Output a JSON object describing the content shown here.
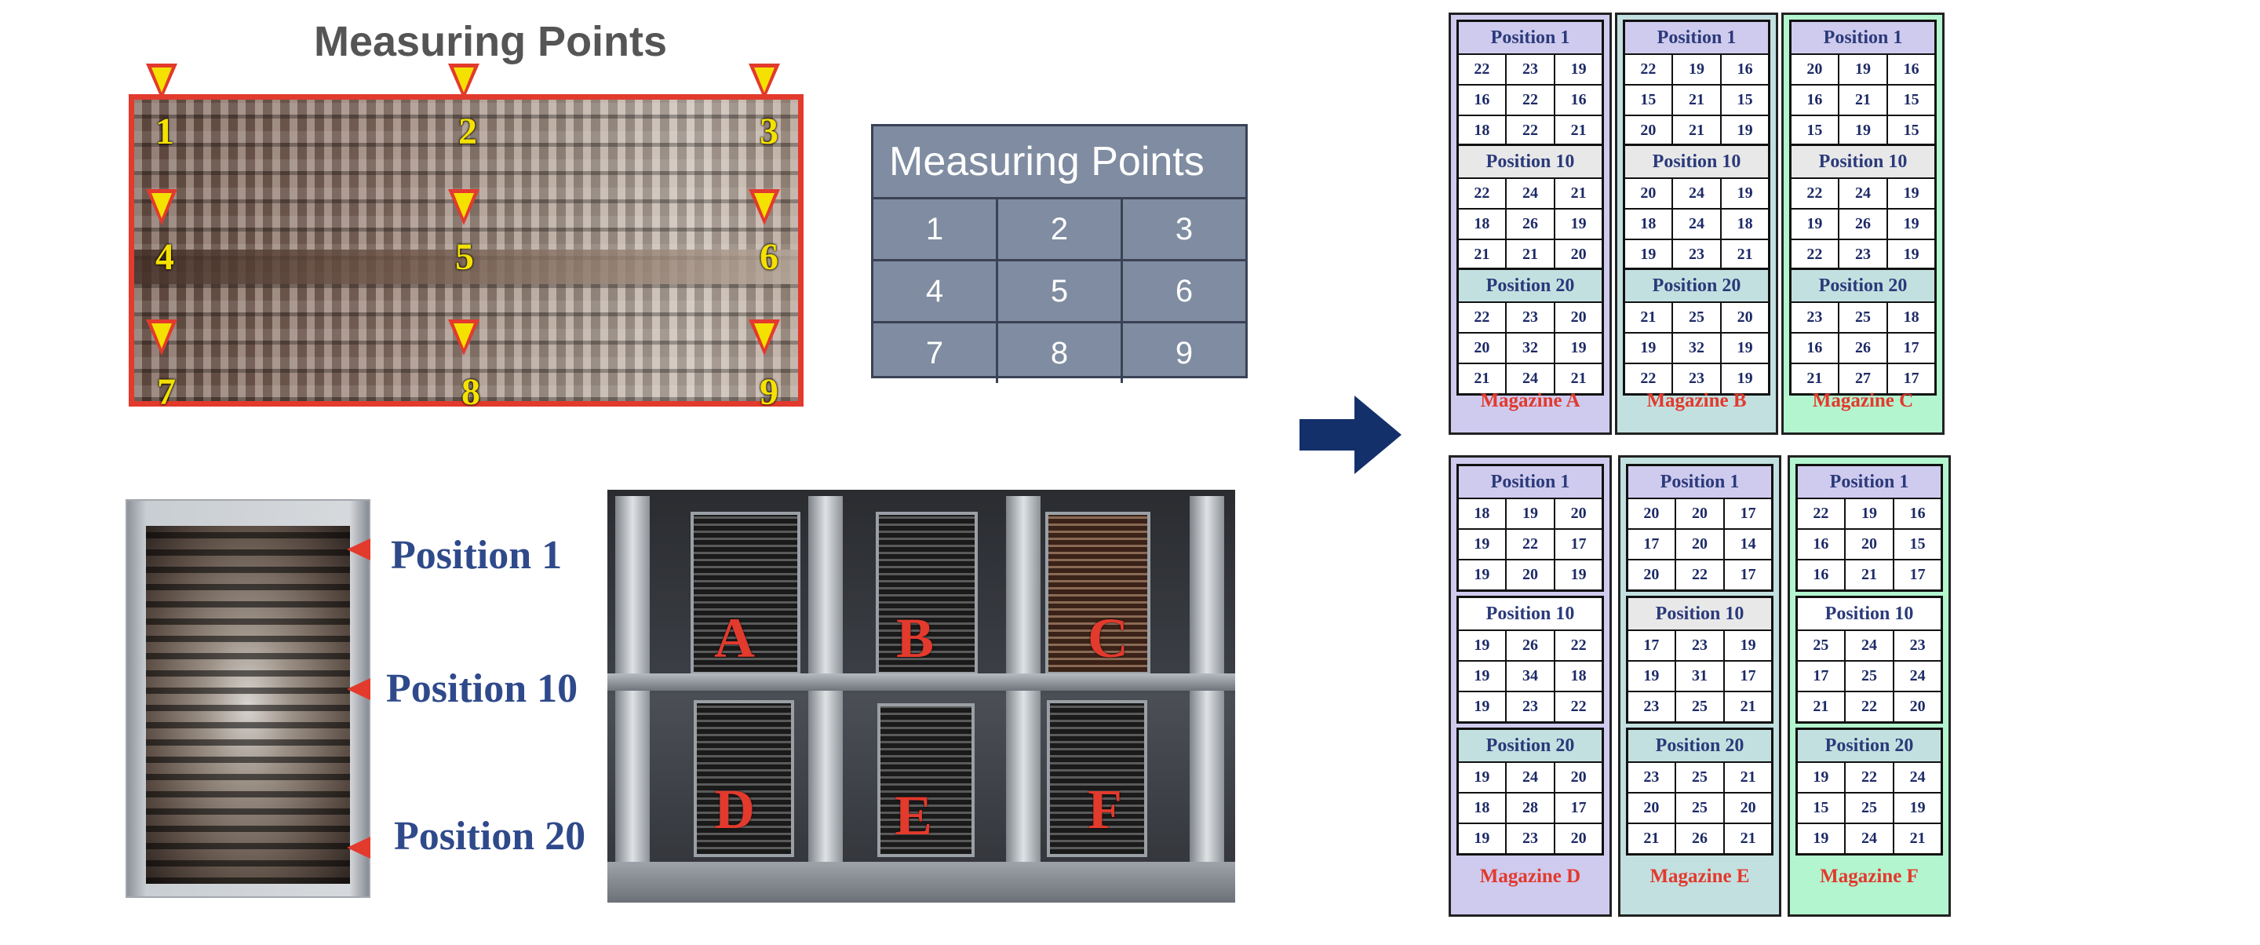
{
  "measuring_points_title": "Measuring Points",
  "point_labels": [
    "1",
    "2",
    "3",
    "4",
    "5",
    "6",
    "7",
    "8",
    "9"
  ],
  "grid": {
    "title": "Measuring Points",
    "rows": [
      [
        "1",
        "2",
        "3"
      ],
      [
        "4",
        "5",
        "6"
      ],
      [
        "7",
        "8",
        "9"
      ]
    ]
  },
  "positions": [
    "Position 1",
    "Position 10",
    "Position 20"
  ],
  "rack_letters": [
    "A",
    "B",
    "C",
    "D",
    "E",
    "F"
  ],
  "colors": {
    "accent_red": "#e23a2d",
    "marker_yellow": "#f5e100",
    "label_blue": "#2f4a8b",
    "grid_fill": "#7f8ca1",
    "magazine_purple": "#cfcbee",
    "magazine_teal": "#c3e0e0",
    "magazine_green": "#b3f5cf"
  },
  "icons": {
    "arrow": "right-arrow-icon"
  },
  "magazines": [
    {
      "name": "Magazine A",
      "blocks": [
        {
          "label": "Position 1",
          "values": [
            [
              "22",
              "23",
              "19"
            ],
            [
              "16",
              "22",
              "16"
            ],
            [
              "18",
              "22",
              "21"
            ]
          ]
        },
        {
          "label": "Position 10",
          "values": [
            [
              "22",
              "24",
              "21"
            ],
            [
              "18",
              "26",
              "19"
            ],
            [
              "21",
              "21",
              "20"
            ]
          ]
        },
        {
          "label": "Position 20",
          "values": [
            [
              "22",
              "23",
              "20"
            ],
            [
              "20",
              "32",
              "19"
            ],
            [
              "21",
              "24",
              "21"
            ]
          ]
        }
      ]
    },
    {
      "name": "Magazine B",
      "blocks": [
        {
          "label": "Position 1",
          "values": [
            [
              "22",
              "19",
              "16"
            ],
            [
              "15",
              "21",
              "15"
            ],
            [
              "20",
              "21",
              "19"
            ]
          ]
        },
        {
          "label": "Position 10",
          "values": [
            [
              "20",
              "24",
              "19"
            ],
            [
              "18",
              "24",
              "18"
            ],
            [
              "19",
              "23",
              "21"
            ]
          ]
        },
        {
          "label": "Position 20",
          "values": [
            [
              "21",
              "25",
              "20"
            ],
            [
              "19",
              "32",
              "19"
            ],
            [
              "22",
              "23",
              "19"
            ]
          ]
        }
      ]
    },
    {
      "name": "Magazine C",
      "blocks": [
        {
          "label": "Position 1",
          "values": [
            [
              "20",
              "19",
              "16"
            ],
            [
              "16",
              "21",
              "15"
            ],
            [
              "15",
              "19",
              "15"
            ]
          ]
        },
        {
          "label": "Position 10",
          "values": [
            [
              "22",
              "24",
              "19"
            ],
            [
              "19",
              "26",
              "19"
            ],
            [
              "22",
              "23",
              "19"
            ]
          ]
        },
        {
          "label": "Position 20",
          "values": [
            [
              "23",
              "25",
              "18"
            ],
            [
              "16",
              "26",
              "17"
            ],
            [
              "21",
              "27",
              "17"
            ]
          ]
        }
      ]
    },
    {
      "name": "Magazine D",
      "blocks": [
        {
          "label": "Position 1",
          "values": [
            [
              "18",
              "19",
              "20"
            ],
            [
              "19",
              "22",
              "17"
            ],
            [
              "19",
              "20",
              "19"
            ]
          ]
        },
        {
          "label": "Position 10",
          "values": [
            [
              "19",
              "26",
              "22"
            ],
            [
              "19",
              "34",
              "18"
            ],
            [
              "19",
              "23",
              "22"
            ]
          ]
        },
        {
          "label": "Position 20",
          "values": [
            [
              "19",
              "24",
              "20"
            ],
            [
              "18",
              "28",
              "17"
            ],
            [
              "19",
              "23",
              "20"
            ]
          ]
        }
      ]
    },
    {
      "name": "Magazine E",
      "blocks": [
        {
          "label": "Position 1",
          "values": [
            [
              "20",
              "20",
              "17"
            ],
            [
              "17",
              "20",
              "14"
            ],
            [
              "20",
              "22",
              "17"
            ]
          ]
        },
        {
          "label": "Position 10",
          "values": [
            [
              "17",
              "23",
              "19"
            ],
            [
              "19",
              "31",
              "17"
            ],
            [
              "23",
              "25",
              "21"
            ]
          ]
        },
        {
          "label": "Position 20",
          "values": [
            [
              "23",
              "25",
              "21"
            ],
            [
              "20",
              "25",
              "20"
            ],
            [
              "21",
              "26",
              "21"
            ]
          ]
        }
      ]
    },
    {
      "name": "Magazine F",
      "blocks": [
        {
          "label": "Position 1",
          "values": [
            [
              "22",
              "19",
              "16"
            ],
            [
              "16",
              "20",
              "15"
            ],
            [
              "16",
              "21",
              "17"
            ]
          ]
        },
        {
          "label": "Position 10",
          "values": [
            [
              "25",
              "24",
              "23"
            ],
            [
              "17",
              "25",
              "24"
            ],
            [
              "21",
              "22",
              "20"
            ]
          ]
        },
        {
          "label": "Position 20",
          "values": [
            [
              "19",
              "22",
              "24"
            ],
            [
              "15",
              "25",
              "19"
            ],
            [
              "19",
              "24",
              "21"
            ]
          ]
        }
      ]
    }
  ]
}
